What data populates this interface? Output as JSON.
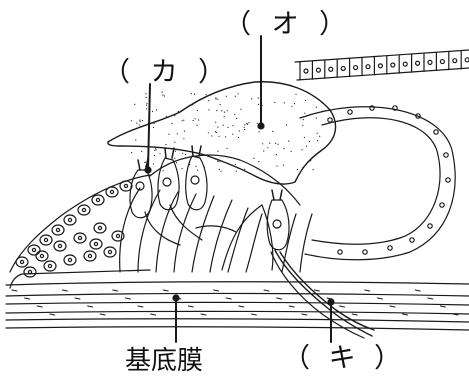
{
  "labels": {
    "o": "（ オ ）",
    "ka": "（ カ ）",
    "ki": "（ キ ）",
    "basilar_membrane": "基底膜"
  },
  "colors": {
    "ink": "#1a1a1a",
    "background": "#ffffff"
  }
}
